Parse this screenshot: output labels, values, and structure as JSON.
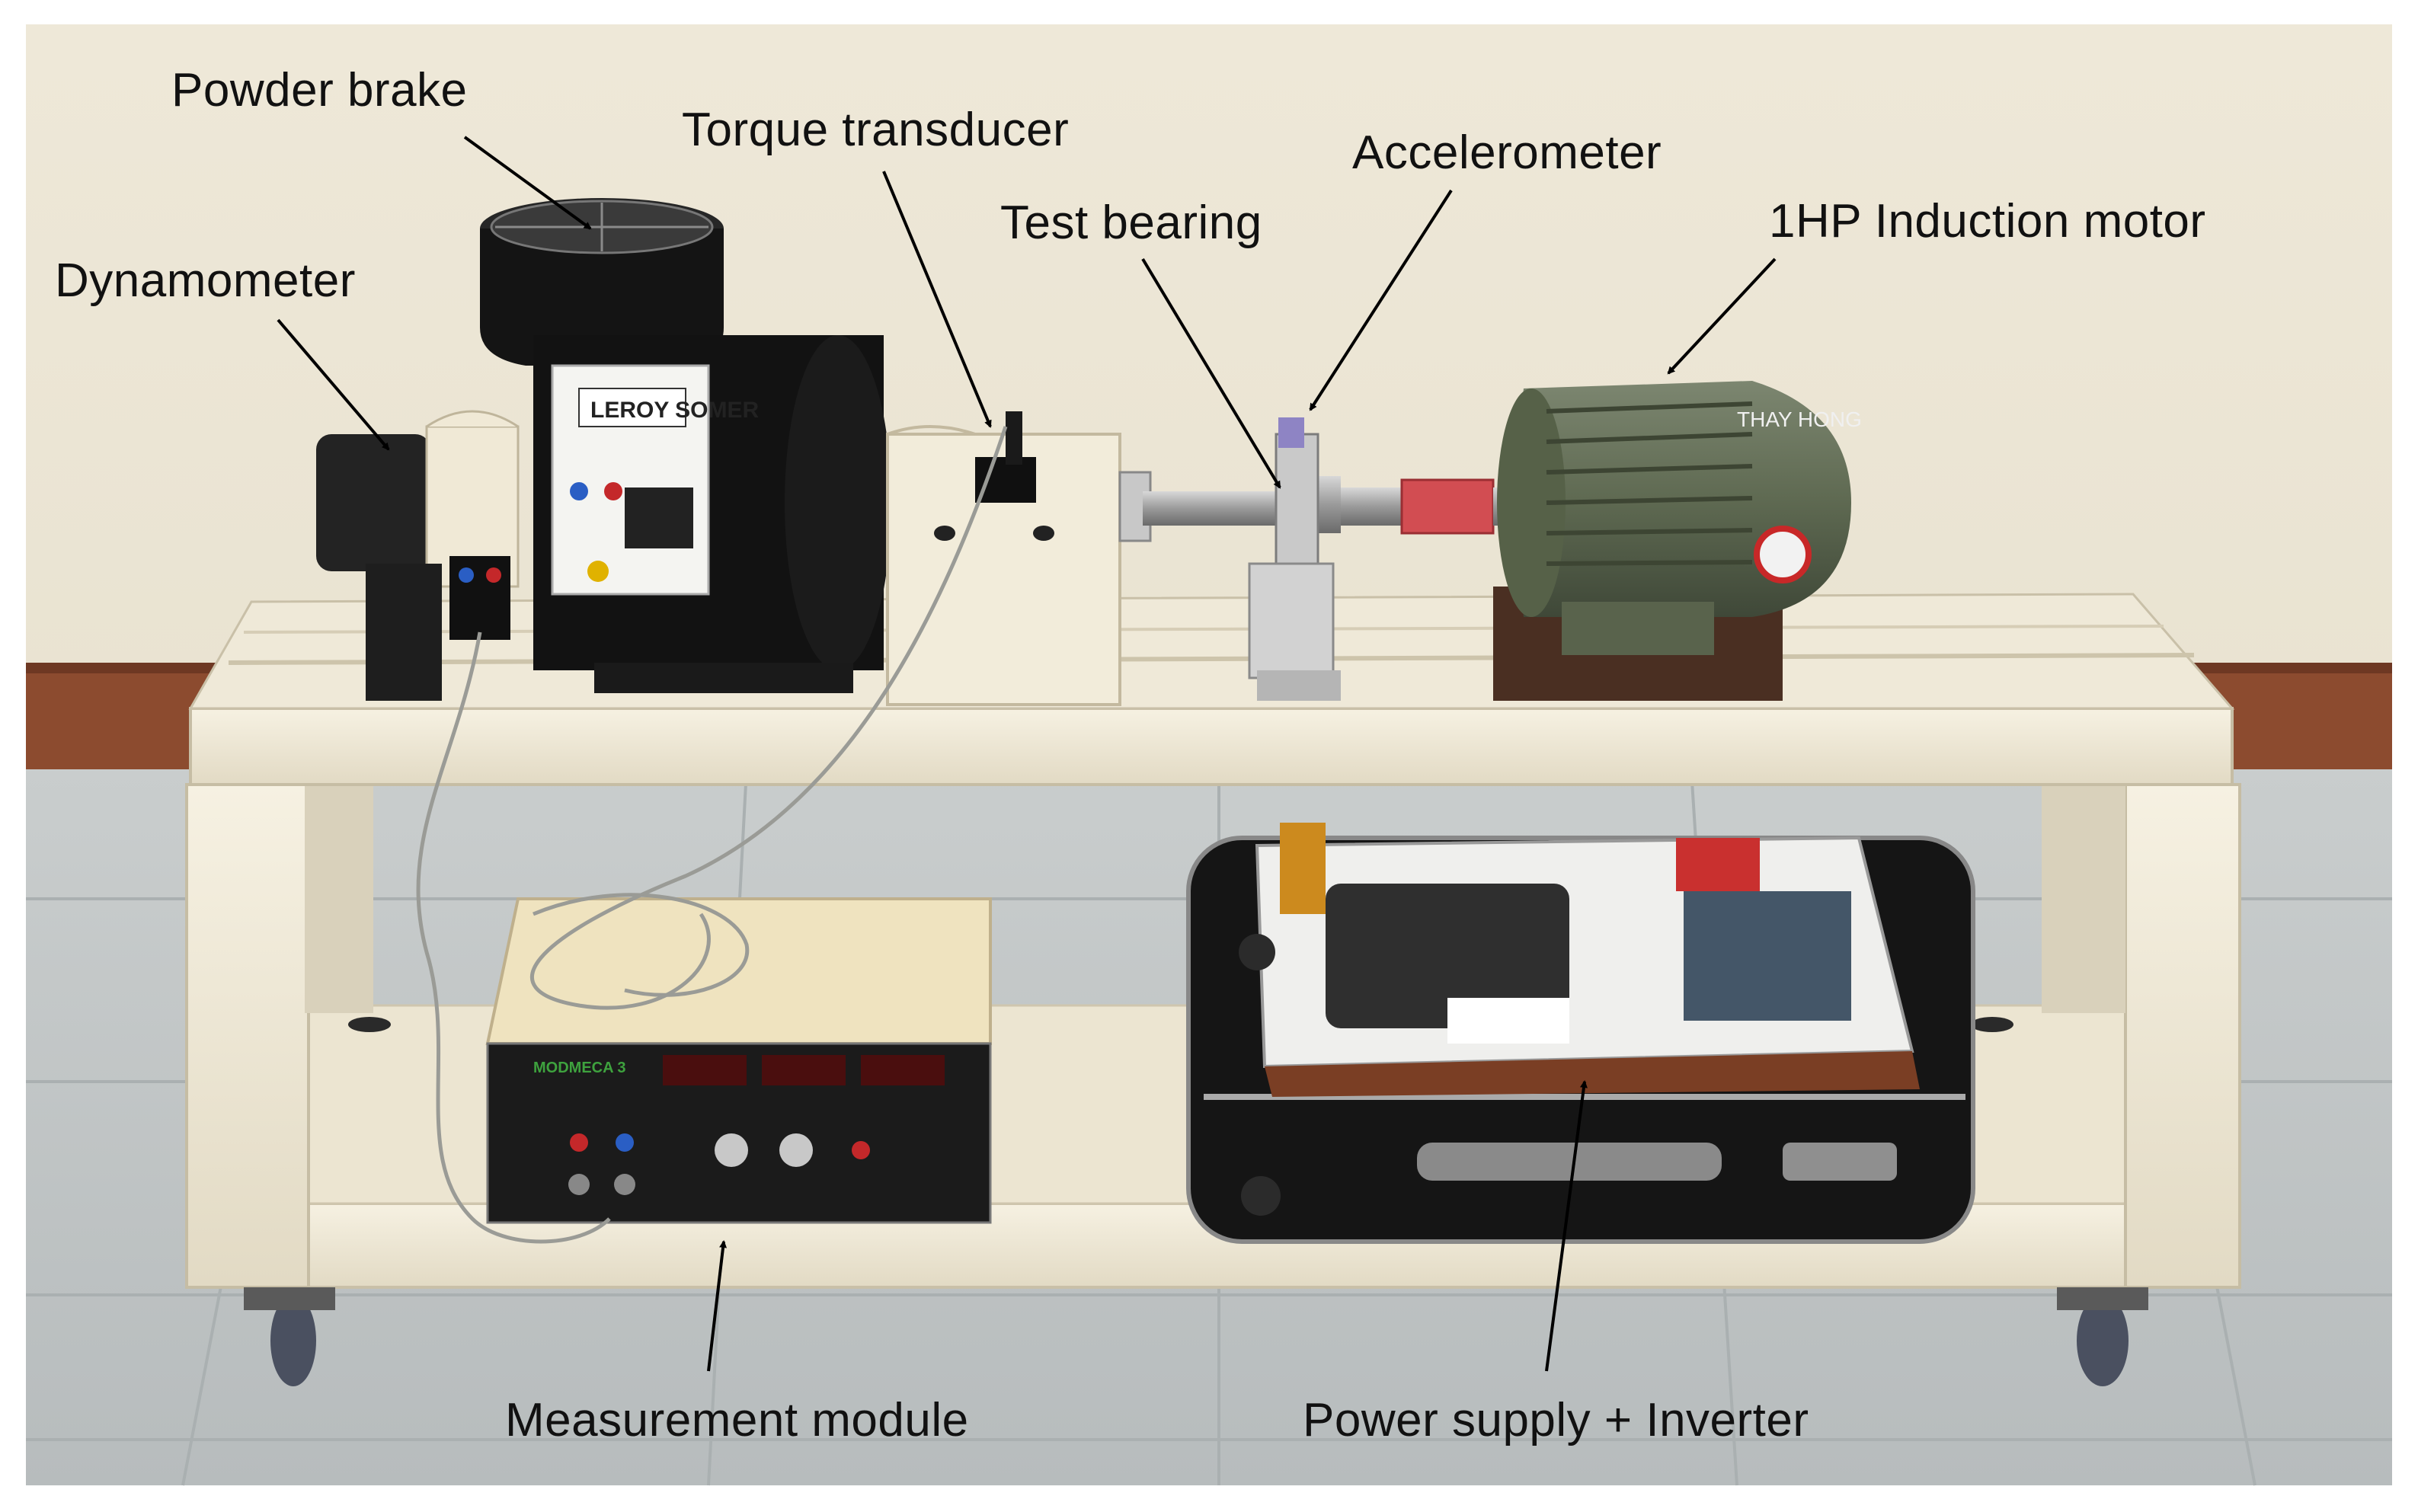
{
  "labels": {
    "powder_brake": "Powder brake",
    "torque_transducer": "Torque transducer",
    "accelerometer": "Accelerometer",
    "test_bearing": "Test bearing",
    "induction_motor": "1HP Induction motor",
    "dynamometer": "Dynamometer",
    "measurement_module": "Measurement module",
    "power_supply_inverter": "Power supply + Inverter"
  },
  "device_text": {
    "brand": "LEROY SOMER",
    "module_name": "MODMECA 3",
    "motor_marking": "THAY HONG"
  },
  "colors": {
    "wall": "#ece6d6",
    "baseboard": "#8b4a2e",
    "floor": "#c4c8c8",
    "bench": "#f0ead8",
    "motor_green": "#66705a",
    "brake_black": "#141414"
  }
}
